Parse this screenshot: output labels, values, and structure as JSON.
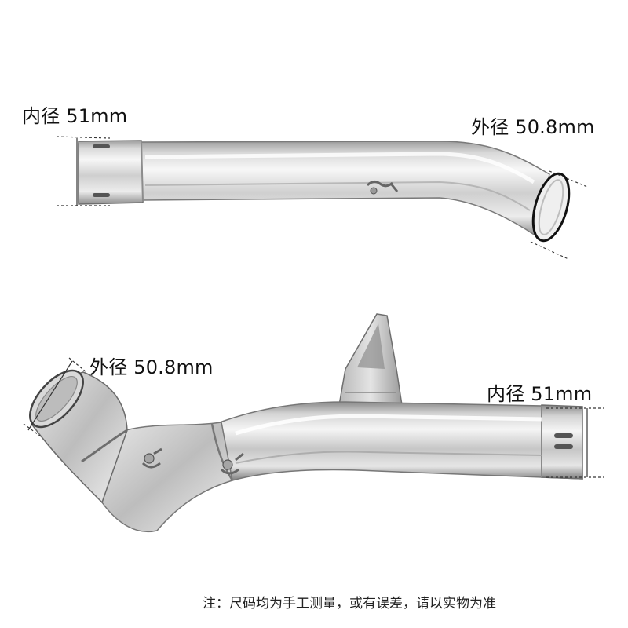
{
  "labels": {
    "top_left": "内径 51mm",
    "top_right": "外径 50.8mm",
    "bottom_left": "外径 50.8mm",
    "bottom_right": "内径 51mm"
  },
  "note": "注：尺码均为手工测量，或有误差，请以实物为准",
  "colors": {
    "background": "#ffffff",
    "pipe_dark": "#a9a9a9",
    "pipe_light": "#f4f4f4",
    "dimension_line": "#333333"
  }
}
